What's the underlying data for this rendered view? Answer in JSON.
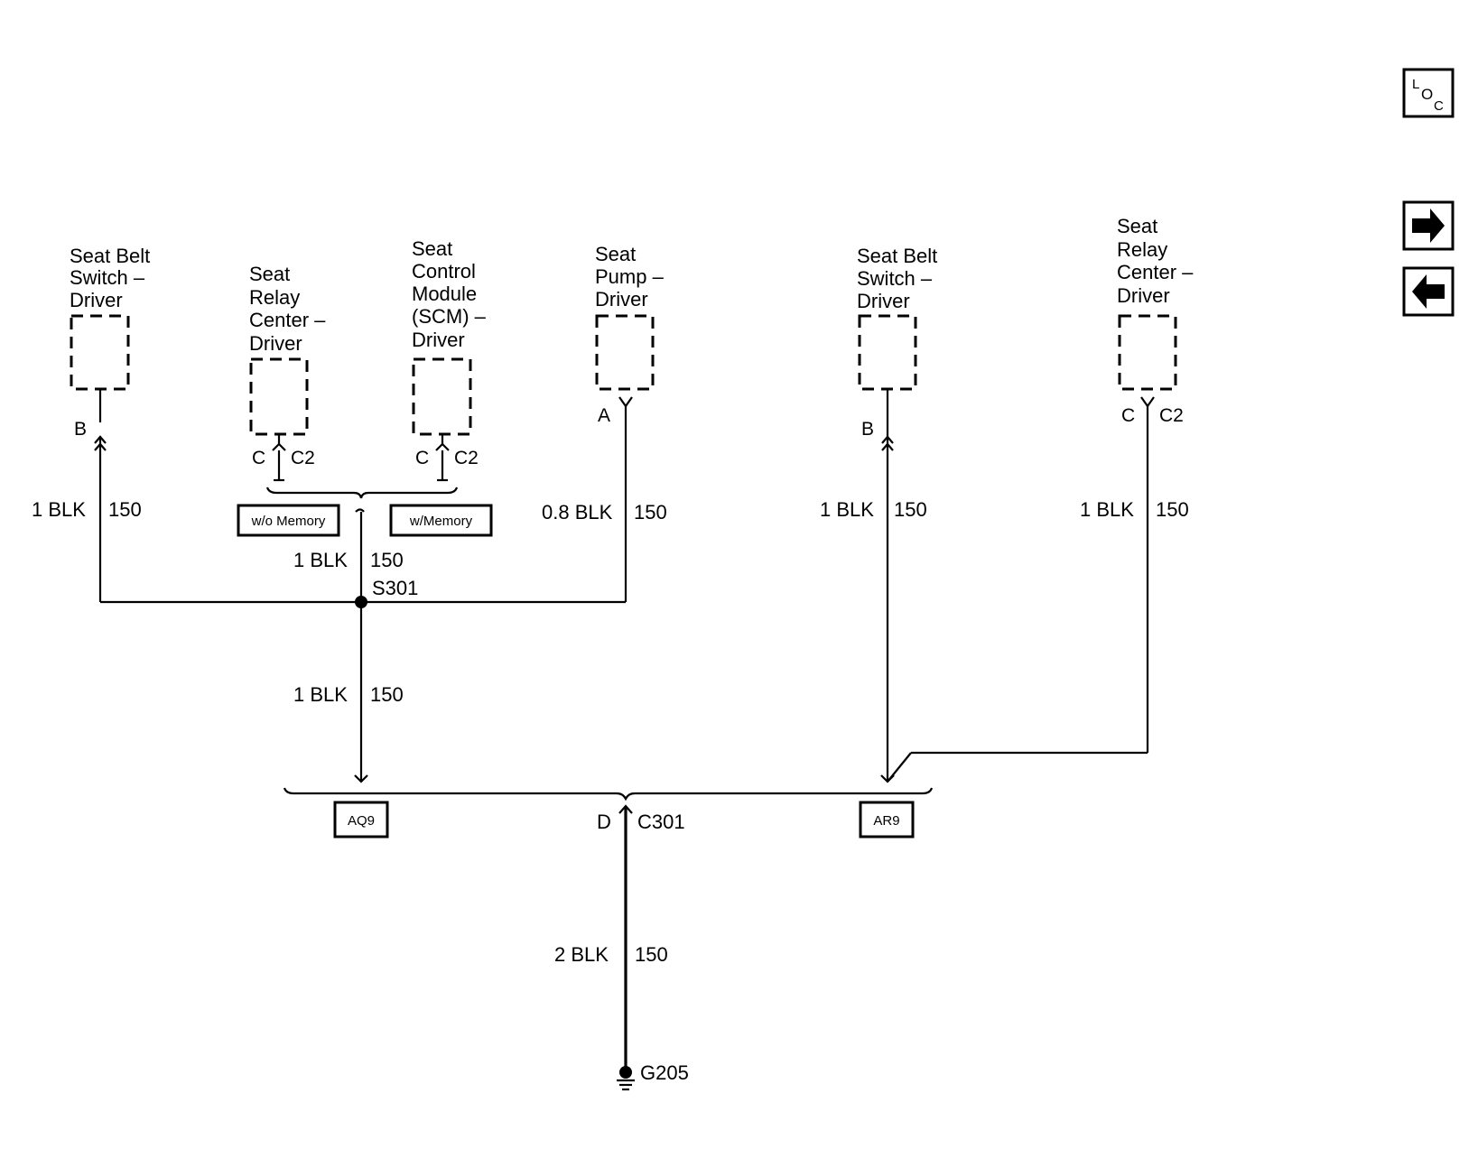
{
  "components": {
    "sbs_left": {
      "line1": "Seat Belt",
      "line2": "Switch –",
      "line3": "Driver"
    },
    "src_left": {
      "line1": "Seat",
      "line2": "Relay",
      "line3": "Center –",
      "line4": "Driver"
    },
    "scm": {
      "line1": "Seat",
      "line2": "Control",
      "line3": "Module",
      "line4": "(SCM) –",
      "line5": "Driver"
    },
    "pump": {
      "line1": "Seat",
      "line2": "Pump –",
      "line3": "Driver"
    },
    "sbs_right": {
      "line1": "Seat Belt",
      "line2": "Switch –",
      "line3": "Driver"
    },
    "src_right": {
      "line1": "Seat",
      "line2": "Relay",
      "line3": "Center –",
      "line4": "Driver"
    }
  },
  "pins": {
    "sbs_left": "B",
    "src_left_pin": "C",
    "src_left_conn": "C2",
    "scm_pin": "C",
    "scm_conn": "C2",
    "pump": "A",
    "sbs_right": "B",
    "src_right_pin": "C",
    "src_right_conn": "C2"
  },
  "options": {
    "wo_memory": "w/o Memory",
    "w_memory": "w/Memory"
  },
  "wires": {
    "sbs_left_gauge": "1 BLK",
    "sbs_left_circuit": "150",
    "option_gauge": "1 BLK",
    "option_circuit": "150",
    "pump_gauge": "0.8 BLK",
    "pump_circuit": "150",
    "splice_down_gauge": "1 BLK",
    "splice_down_circuit": "150",
    "sbs_right_gauge": "1 BLK",
    "sbs_right_circuit": "150",
    "src_right_gauge": "1 BLK",
    "src_right_circuit": "150",
    "ground_gauge": "2 BLK",
    "ground_circuit": "150"
  },
  "splice": "S301",
  "connector": {
    "pin": "D",
    "name": "C301"
  },
  "ground": "G205",
  "variants": {
    "left": "AQ9",
    "right": "AR9"
  },
  "nav": {
    "loc_l": "L",
    "loc_o": "O",
    "loc_c": "C",
    "next_icon": "arrow-right-icon",
    "prev_icon": "arrow-left-icon"
  }
}
